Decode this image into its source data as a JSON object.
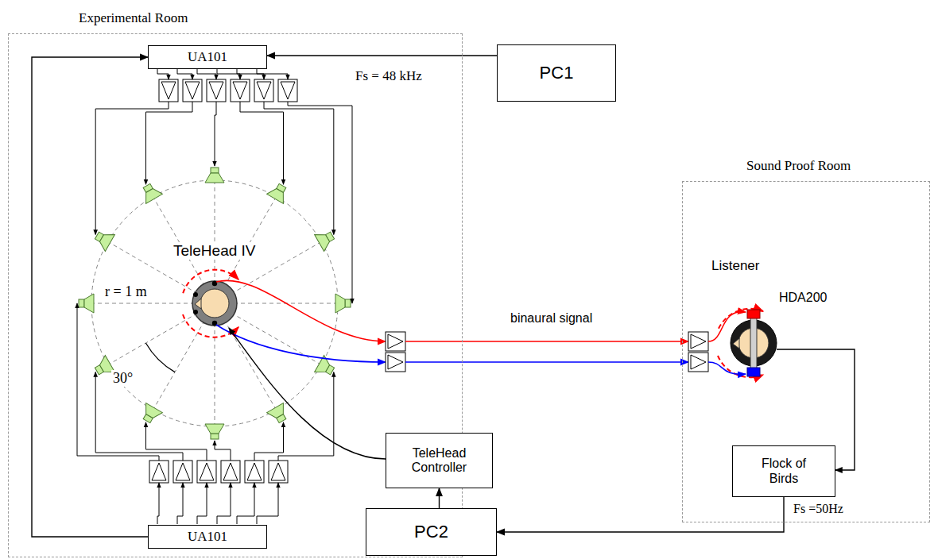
{
  "diagram": {
    "nodes": [
      {
        "text": [
          "Experimental Room"
        ]
      },
      {
        "text": [
          "UA101"
        ],
        "in": 0
      },
      {
        "text": [
          "UA101"
        ],
        "in": 0
      },
      {
        "text": [
          "PC1"
        ]
      },
      {
        "text": [
          "TeleHead Controller"
        ]
      },
      {
        "text": [
          "PC2"
        ]
      },
      {
        "text": [
          "Sound Proof Room"
        ]
      },
      {
        "text": [
          "Flock of Birds"
        ],
        "in": 6
      }
    ],
    "edges": [
      {
        "from": 3,
        "to": 1,
        "arrow": "to"
      },
      {
        "from": 2,
        "to": 1,
        "arrow": "to"
      },
      {
        "from": 5,
        "to": 4,
        "arrow": "to"
      },
      {
        "from": 7,
        "to": 5,
        "arrow": "to",
        "label": "Fs =50Hz"
      }
    ],
    "labels": [
      "Fs = 48 kHz",
      "TeleHead IV",
      "r = 1 m",
      "30°",
      "binaural signal",
      "Listener",
      "HDA200"
    ]
  }
}
